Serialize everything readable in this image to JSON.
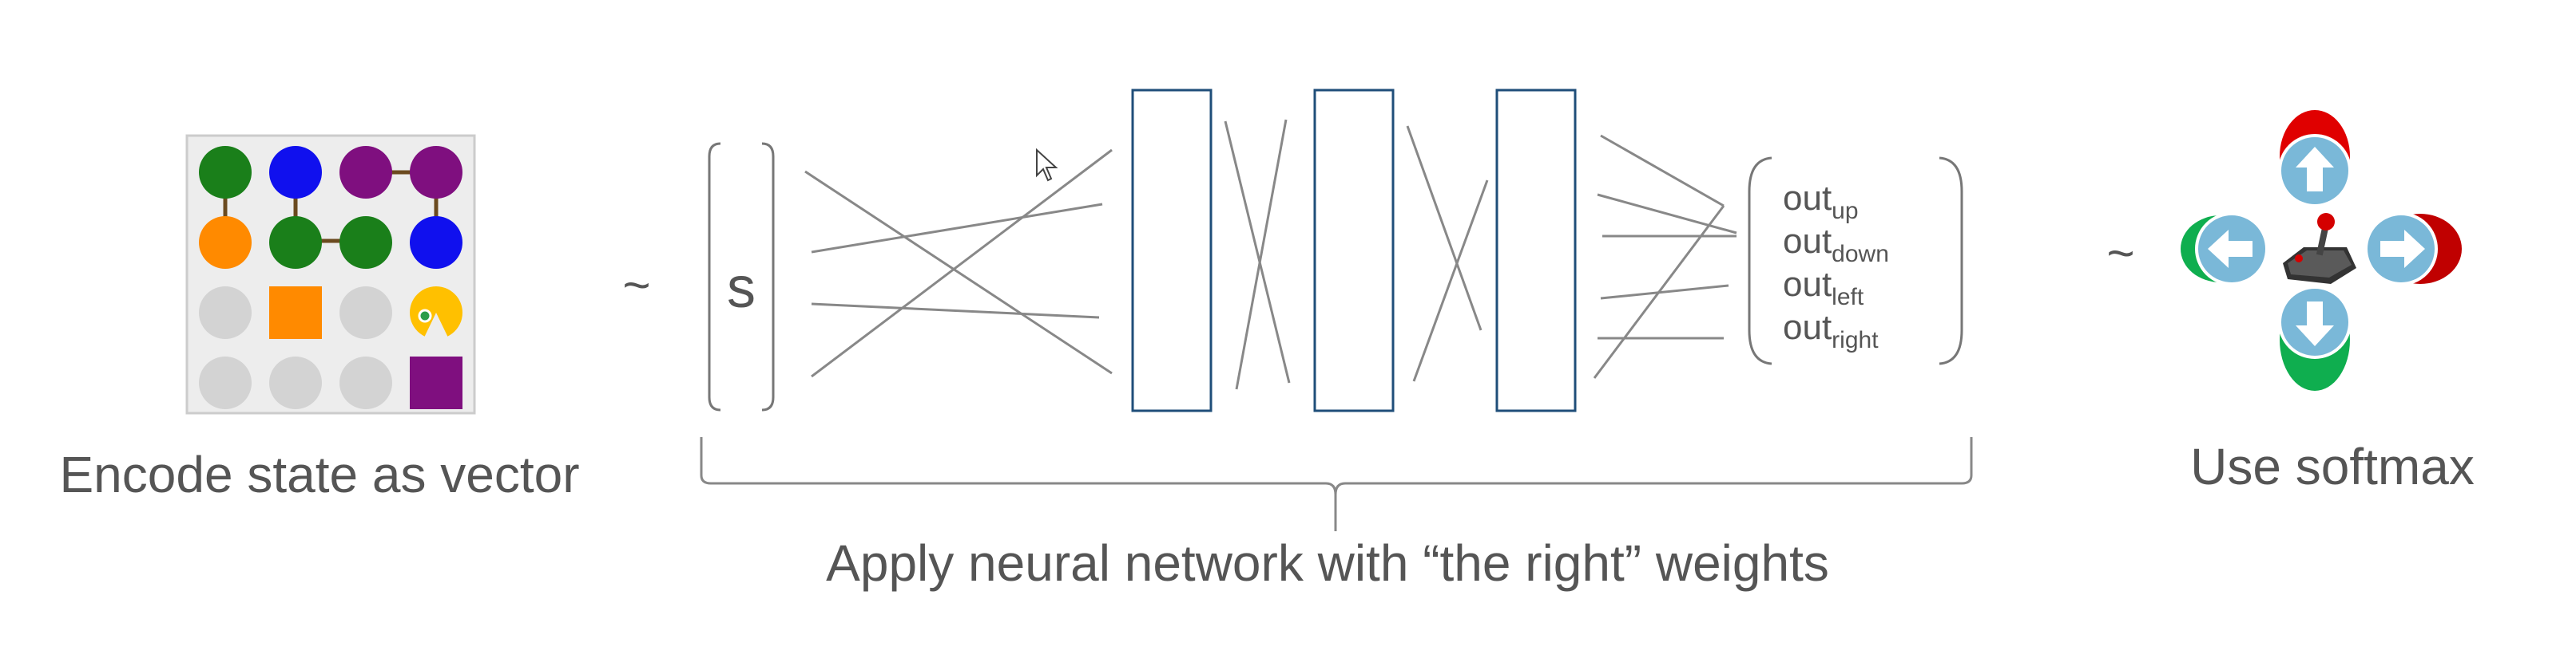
{
  "captions": {
    "encode": "Encode state as vector",
    "network": "Apply neural network with “the right” weights",
    "softmax": "Use softmax"
  },
  "tilde": "~",
  "input_vector": {
    "symbol": "s"
  },
  "outputs": [
    {
      "base": "out",
      "sub": "up"
    },
    {
      "base": "out",
      "sub": "down"
    },
    {
      "base": "out",
      "sub": "left"
    },
    {
      "base": "out",
      "sub": "right"
    }
  ],
  "grid": {
    "rows": [
      [
        "#1a7f1a",
        "#1010ee",
        "#7f0f7f",
        "#7f0f7f"
      ],
      [
        "#ff8a00",
        "#1a7f1a",
        "#1a7f1a",
        "#1010ee"
      ],
      [
        "#d3d3d3",
        "#ff8a00",
        "#d3d3d3",
        "#ffc000"
      ],
      [
        "#d3d3d3",
        "#d3d3d3",
        "#d3d3d3",
        "#7f0f7f"
      ]
    ],
    "shapes": [
      [
        "circle",
        "circle",
        "circle",
        "circle"
      ],
      [
        "circle",
        "circle",
        "circle",
        "circle"
      ],
      [
        "circle",
        "square",
        "circle",
        "pacman"
      ],
      [
        "circle",
        "circle",
        "circle",
        "square"
      ]
    ]
  },
  "colors": {
    "layer_border": "#1f4e79",
    "arrow_button": "#7ab8d8",
    "green": "#0fae4f",
    "red": "#e00000"
  },
  "icons": {
    "up": "arrow-up-icon",
    "down": "arrow-down-icon",
    "left": "arrow-left-icon",
    "right": "arrow-right-icon",
    "center": "joystick-icon",
    "cursor": "mouse-cursor-icon"
  }
}
